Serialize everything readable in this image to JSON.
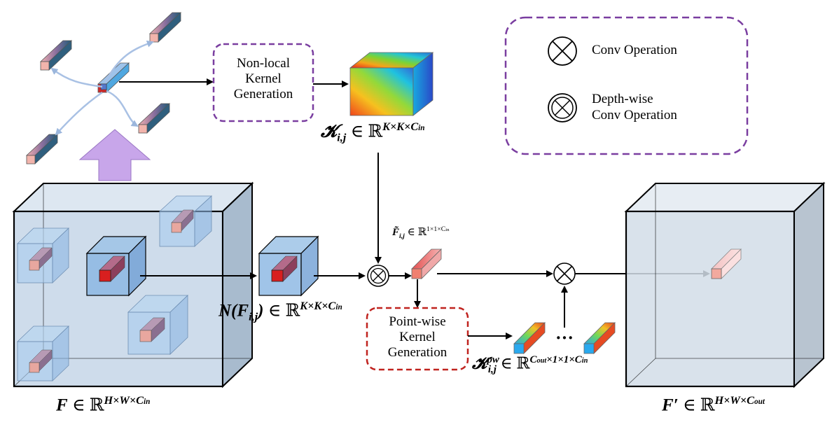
{
  "nonlocal_box": {
    "line1": "Non-local",
    "line2": "Kernel",
    "line3": "Generation"
  },
  "pointwise_box": {
    "line1": "Point-wise",
    "line2": "Kernel",
    "line3": "Generation"
  },
  "legend": {
    "conv": "Conv  Operation",
    "dw_line1": "Depth-wise",
    "dw_line2": "Conv Operation"
  },
  "labels": {
    "K_sym": "𝓚",
    "K_sub": "i,j",
    "K_space": "∈ ℝ",
    "K_sup": "K×K×C",
    "K_sup_sub": "in",
    "F_sym": "F",
    "F_space": "∈ ℝ",
    "F_sup": "H×W×C",
    "F_sup_sub": "in",
    "N_sym": "N(F",
    "N_sub": "i,j",
    "N_close": ")",
    "N_space": "∈ ℝ",
    "N_sup": "K×K×C",
    "N_sup_sub": "in",
    "Ft_sym": "F̃",
    "Ft_sub": "i,j",
    "Ft_space": "∈ ℝ",
    "Ft_sup": "1×1×C",
    "Ft_sup_sub": "in",
    "Kpw_sym": "𝓚",
    "Kpw_sup": "pw",
    "Kpw_sub": "i,j",
    "Kpw_space": "∈ ℝ",
    "Kpw_exp": "C",
    "Kpw_exp_sub": "out",
    "Kpw_exp2": "×1×1×C",
    "Kpw_exp2_sub": "in",
    "Fp_sym": "F′",
    "Fp_space": "∈ ℝ",
    "Fp_sup": "H×W×C",
    "Fp_sup_sub": "out",
    "ellipsis": "···"
  },
  "colors": {
    "purple_dashed": "#7a3ea0",
    "red_dashed": "#c0231f",
    "up_arrow": "#c8a6ea",
    "cube_fill": "#c9d9ea",
    "small_cube": "#9ec3e6"
  }
}
